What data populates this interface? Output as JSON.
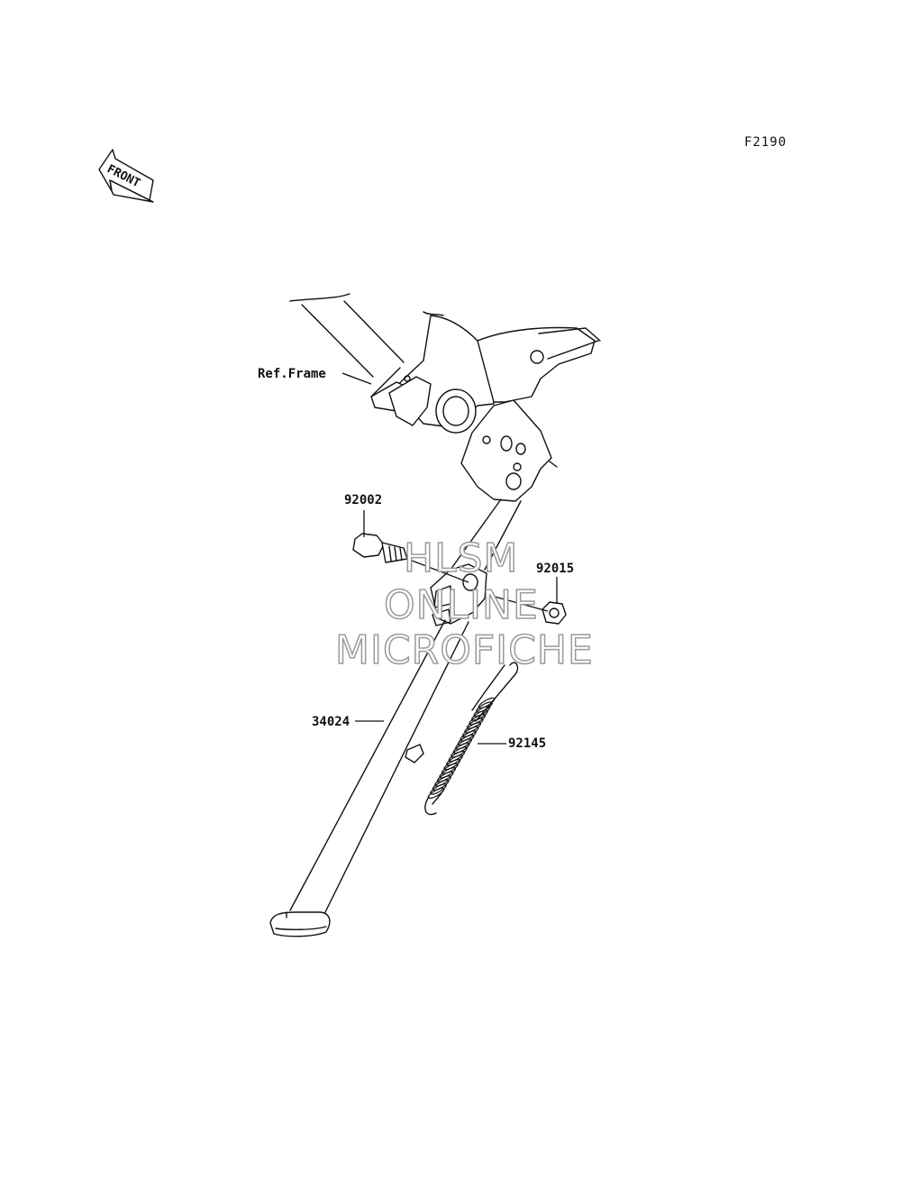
{
  "diagram": {
    "figure_code": "F2190",
    "front_label": "FRONT",
    "ref_label": "Ref.Frame",
    "parts": [
      {
        "number": "92002"
      },
      {
        "number": "92015"
      },
      {
        "number": "34024"
      },
      {
        "number": "92145"
      }
    ]
  },
  "watermark": {
    "line1": "HLSM",
    "line2": "ONLINE",
    "line3": "MICROFICHE"
  }
}
